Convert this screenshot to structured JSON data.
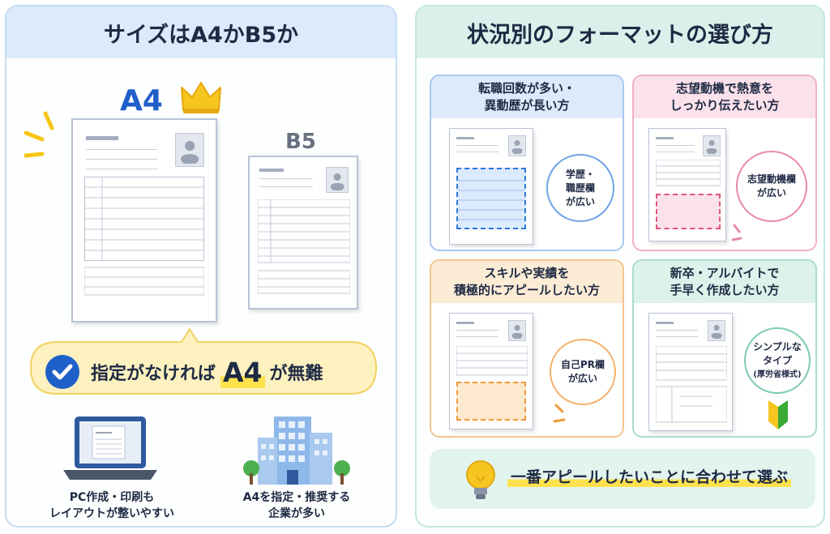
{
  "left": {
    "title": "サイズはA4かB5か",
    "a4_label": "A4",
    "b5_label": "B5",
    "recommend_prefix": "指定がなければ",
    "recommend_highlight": "A4",
    "recommend_suffix": "が無難",
    "pc_text_1": "PC作成・印刷も",
    "pc_text_2": "レイアウトが整いやすい",
    "company_text_1": "A4を指定・推奨する",
    "company_text_2": "企業が多い"
  },
  "right": {
    "title": "状況別のフォーマットの選び方",
    "cards": [
      {
        "title_1": "転職回数が多い・",
        "title_2": "異動歴が長い方",
        "bubble_1": "学歴・",
        "bubble_2": "職歴欄",
        "bubble_3": "が広い"
      },
      {
        "title_1": "志望動機で熱意を",
        "title_2": "しっかり伝えたい方",
        "bubble_1": "志望動機欄",
        "bubble_2": "が広い"
      },
      {
        "title_1": "スキルや実績を",
        "title_2": "積極的にアピールしたい方",
        "bubble_1": "自己PR欄",
        "bubble_2": "が広い"
      },
      {
        "title_1": "新卒・アルバイトで",
        "title_2": "手早く作成したい方",
        "bubble_1": "シンプルな",
        "bubble_2": "タイプ",
        "bubble_3": "(厚労省様式)"
      }
    ],
    "footer": "一番アピールしたいことに合わせて選ぶ"
  },
  "colors": {
    "blue_accent": "#1f5fc9",
    "pink_accent": "#e0557f",
    "orange_accent": "#f09a3a",
    "green_accent": "#38a882",
    "highlight_yellow": "#fff0a6"
  },
  "icons": [
    "crown-icon",
    "check-circle-icon",
    "laptop-icon",
    "building-icon",
    "lightbulb-icon",
    "beginner-mark-icon",
    "person-photo-icon"
  ]
}
